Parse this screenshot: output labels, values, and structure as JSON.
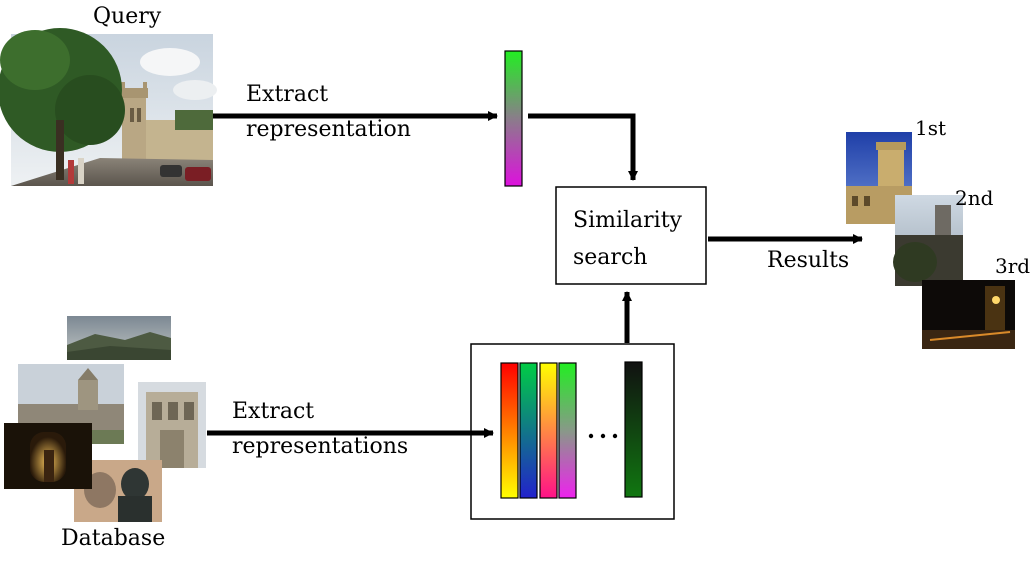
{
  "query": {
    "title": "Query",
    "image": "query-street-photo"
  },
  "database": {
    "title": "Database",
    "images": [
      "database-hills-photo",
      "database-college-photo",
      "database-tower-photo",
      "database-archway-photo",
      "database-statue-photo"
    ]
  },
  "extract_top": {
    "line1": "Extract",
    "line2": "representation"
  },
  "extract_bottom": {
    "line1": "Extract",
    "line2": "representations"
  },
  "similarity": {
    "line1": "Similarity",
    "line2": "search"
  },
  "results": {
    "label": "Results",
    "ranks": [
      "1st",
      "2nd",
      "3rd"
    ],
    "images": [
      "result-tower-daylight-photo",
      "result-tower-dusk-photo",
      "result-street-night-photo"
    ]
  },
  "ellipsis": "...",
  "colors": {
    "query_vector": [
      "#22ee22",
      "#dd11dd"
    ],
    "db_vectors": [
      [
        "#ff0000",
        "#ffff00"
      ],
      [
        "#00cc44",
        "#2222cc"
      ],
      [
        "#ffff00",
        "#ff1188"
      ],
      [
        "#22ee22",
        "#ee22ee"
      ],
      [
        "#111111",
        "#117711"
      ]
    ]
  }
}
